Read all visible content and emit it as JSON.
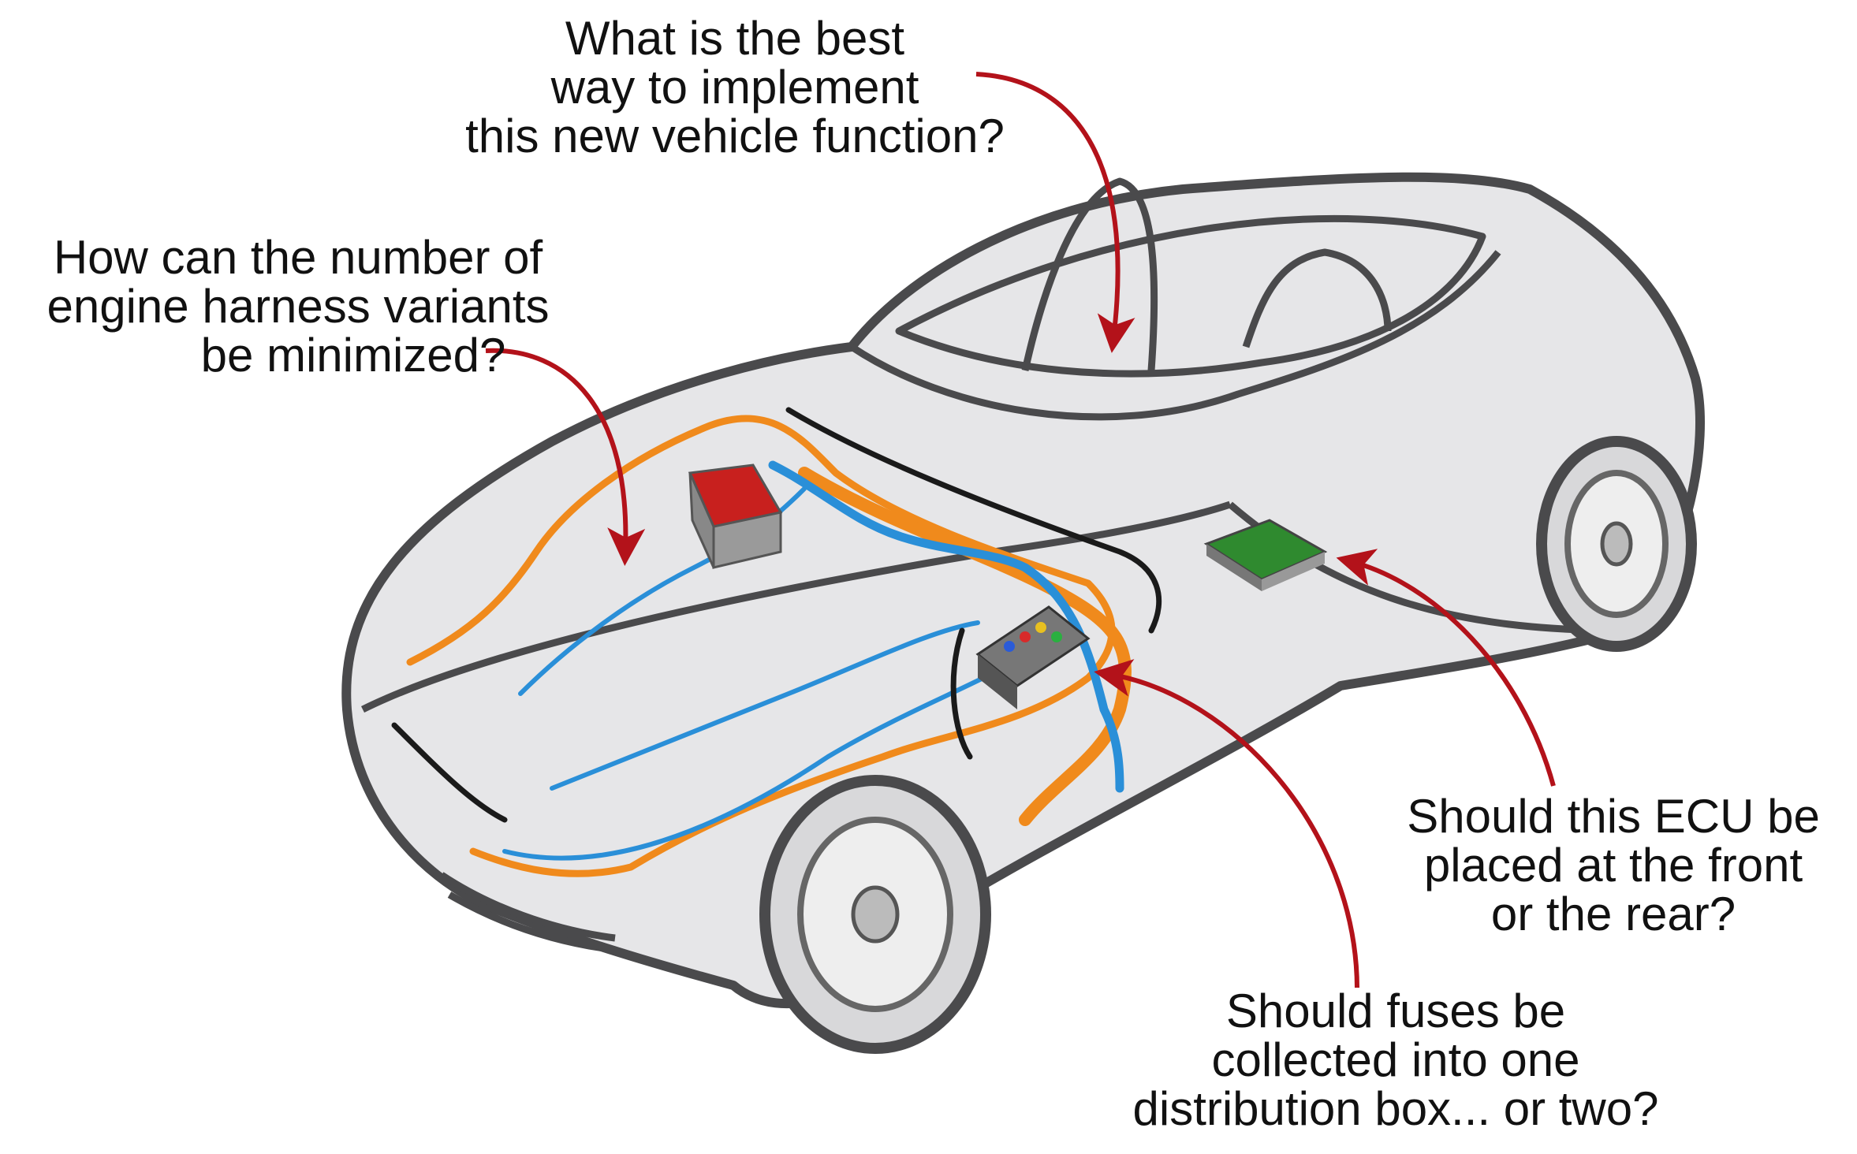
{
  "questions": {
    "implement_function": [
      "What is the best",
      "way to implement",
      "this new vehicle function?"
    ],
    "harness_variants": [
      "How can the number of",
      "engine harness variants",
      "be minimized?"
    ],
    "ecu_placement": [
      "Should this ECU be",
      "placed at the front",
      "or the rear?"
    ],
    "fuses": [
      "Should fuses be",
      "collected into one",
      "distribution box... or two?"
    ]
  },
  "colors": {
    "arrow": "#b3121a",
    "harness_orange": "#f08a1c",
    "harness_blue": "#2a8fd8",
    "harness_black": "#1a1a1a",
    "car_body": "#e6e6e8",
    "car_outline": "#4a4a4c",
    "ecu": "#2f8a2f",
    "battery": "#c8201e"
  }
}
